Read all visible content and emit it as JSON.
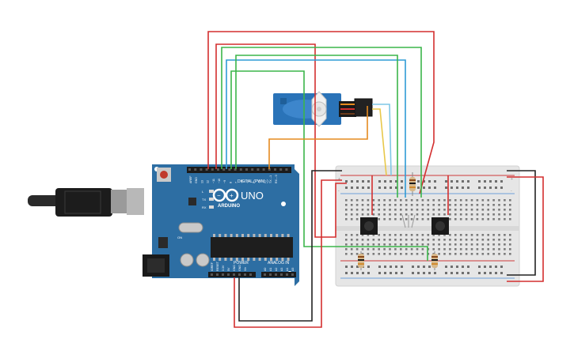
{
  "board": {
    "logo_text": "ARDUINO",
    "model": "UNO",
    "digital_header_label": "DIGITAL (PWM~)",
    "power_label": "POWER",
    "analog_label": "ANALOG IN",
    "led_labels": [
      "L",
      "TX",
      "RX"
    ],
    "digital_pins": [
      "AREF",
      "GND",
      "13",
      "12",
      "~11",
      "~10",
      "~9",
      "8",
      "7",
      "~6",
      "~5",
      "4",
      "~3",
      "2",
      "TX→1",
      "RX←0"
    ],
    "power_pins": [
      "IOREF",
      "RESET",
      "3.3V",
      "5V",
      "GND",
      "GND",
      "Vin"
    ],
    "analog_pins": [
      "A0",
      "A1",
      "A2",
      "A3",
      "A4",
      "A5"
    ],
    "on_label": "ON"
  },
  "colors": {
    "board": "#2d6ea3",
    "wire_red": "#d32f2f",
    "wire_green": "#3bb54a",
    "wire_blue": "#2f9bd6",
    "wire_orange": "#e58a1f",
    "wire_yellow": "#e8c84a",
    "wire_black": "#222222",
    "servo": "#2a73b8"
  },
  "breadboard": {
    "rail_plus": "+",
    "rail_minus": "-"
  }
}
